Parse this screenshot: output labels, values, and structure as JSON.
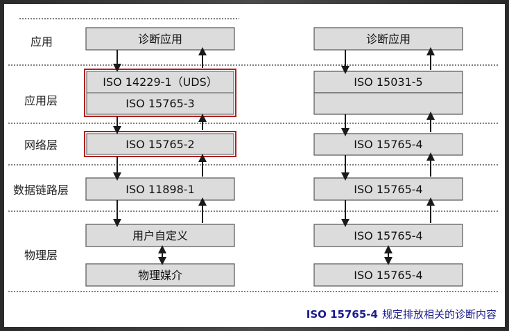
{
  "layers": [
    {
      "id": "app",
      "label": "应用"
    },
    {
      "id": "app-layer",
      "label": "应用层"
    },
    {
      "id": "net-layer",
      "label": "网络层"
    },
    {
      "id": "datalink-layer",
      "label": "数据链路层"
    },
    {
      "id": "phys-layer",
      "label": "物理层"
    }
  ],
  "left_column": {
    "application": "诊断应用",
    "uds": "ISO 14229-1（UDS）",
    "app_layer": "ISO 15765-3",
    "network": "ISO 15765-2",
    "data_link": "ISO 11898-1",
    "phys_user": "用户自定义",
    "phys_media": "物理媒介"
  },
  "right_column": {
    "application": "诊断应用",
    "app_layer": "ISO 15031-5",
    "app_layer_blank": "",
    "network": "ISO 15765-4",
    "data_link": "ISO 15765-4",
    "phys_upper": "ISO 15765-4",
    "phys_lower": "ISO 15765-4"
  },
  "caption": {
    "standard": "ISO 15765-4",
    "text": "规定排放相关的诊断内容"
  },
  "colors": {
    "box_fill": "#dcdcdc",
    "box_stroke": "#555555",
    "highlight_stroke": "#b02020",
    "arrow": "#1a1a1a",
    "caption": "#1a1a8c"
  }
}
